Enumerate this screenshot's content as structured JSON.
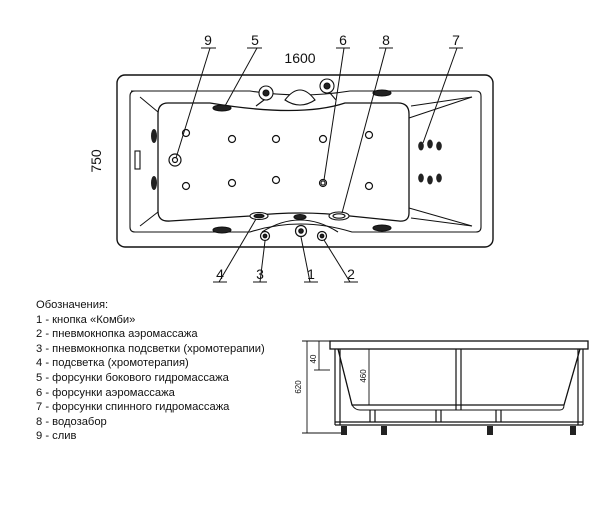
{
  "top_view": {
    "length_label": "1600",
    "width_label": "750",
    "callouts": [
      "9",
      "5",
      "6",
      "8",
      "7",
      "4",
      "3",
      "1",
      "2"
    ]
  },
  "side_view": {
    "height_label": "620",
    "rim_label": "40",
    "depth_label": "460"
  },
  "legend": {
    "title": "Обозначения:",
    "items": [
      "1 - кнопка «Комби»",
      "2 - пневмокнопка аэромассажа",
      "3 - пневмокнопка подсветки (хромотерапии)",
      "4 - подсветка (хромотерапия)",
      "5 - форсунки бокового гидромассажа",
      "6 - форсунки аэромассажа",
      "7 - форсунки спинного гидромассажа",
      "8 - водозабор",
      "9 - слив"
    ]
  }
}
